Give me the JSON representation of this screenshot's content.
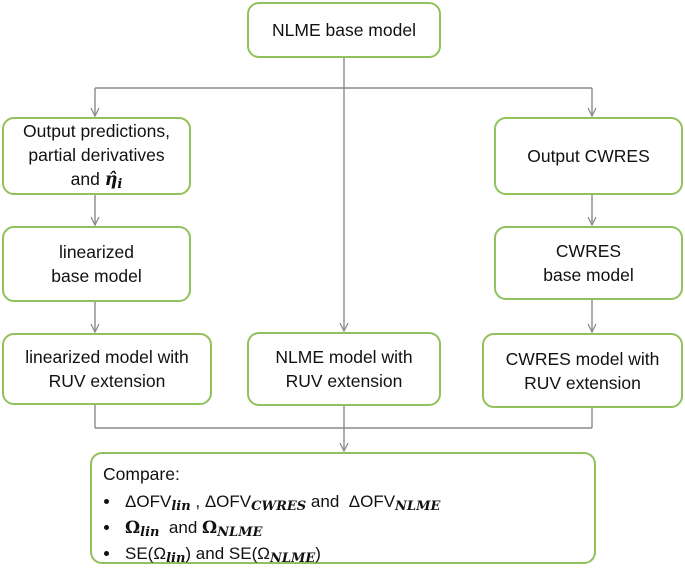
{
  "nodes": {
    "base": {
      "text": "NLME base model"
    },
    "output_pred": {
      "line1": "Output predictions,",
      "line2": "partial derivatives",
      "line3_prefix": "and ",
      "eta_symbol": "η̂",
      "eta_subscript": "i"
    },
    "output_cwres": {
      "text": "Output CWRES"
    },
    "lin_base": {
      "line1": "linearized",
      "line2": "base model"
    },
    "cwres_base": {
      "line1": "CWRES",
      "line2": "base model"
    },
    "lin_ruv": {
      "line1": "linearized model with",
      "line2": "RUV extension"
    },
    "nlme_ruv": {
      "line1": "NLME model with",
      "line2": "RUV extension"
    },
    "cwres_ruv": {
      "line1": "CWRES model with",
      "line2": "RUV extension"
    }
  },
  "compare": {
    "title": "Compare:",
    "bullet1": {
      "d1": "ΔOFV",
      "s1": "lin",
      "sep1": " , ",
      "d2": "ΔOFV",
      "s2": "CWRES",
      "sep2": " and  ",
      "d3": "ΔOFV",
      "s3": "NLME"
    },
    "bullet2": {
      "o1": "Ω",
      "s1": "lin",
      "sep": "  and ",
      "o2": "Ω",
      "s2": "NLME"
    },
    "bullet3": {
      "p1": "SE(Ω",
      "s1": "lin",
      "c1": ")",
      "sep": " and ",
      "p2": "SE(Ω",
      "s2": "NLME",
      "c2": ")"
    }
  },
  "colors": {
    "box_border": "#8fc25a",
    "connector": "#8a8a8a"
  }
}
